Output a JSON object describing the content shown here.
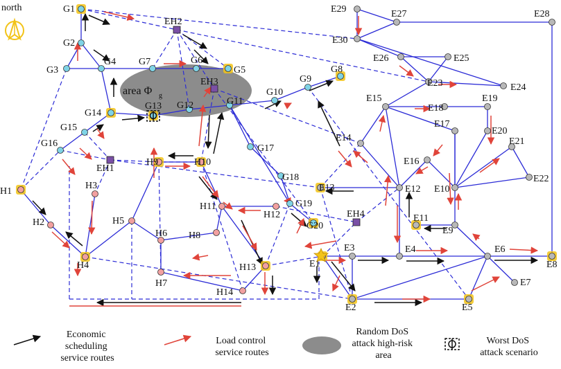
{
  "compass": {
    "label": "north"
  },
  "area": {
    "main": "area Φ",
    "sub": "g"
  },
  "colors": {
    "bus_line": "#2b2bd6",
    "comm_line": "#2b2bd6",
    "economic_arrow": "#111111",
    "load_arrow": "#e0443a",
    "g_node": "#7fd3e6",
    "h_node": "#f2a0a0",
    "e_node": "#b8b8b8",
    "eh_node": "#7a4fa6",
    "highlight": "#f2c318",
    "risk_area": "#8c8c8c"
  },
  "g_nodes": [
    "G1",
    "G2",
    "G3",
    "G4",
    "G5",
    "G6",
    "G7",
    "G8",
    "G9",
    "G10",
    "G11",
    "G12",
    "G13",
    "G14",
    "G15",
    "G16",
    "G17",
    "G18",
    "G19",
    "G20"
  ],
  "h_nodes": [
    "H1",
    "H2",
    "H3",
    "H4",
    "H5",
    "H6",
    "H7",
    "H8",
    "H9",
    "H10",
    "H11",
    "H12",
    "H13",
    "H14"
  ],
  "e_nodes": [
    "E1",
    "E2",
    "E3",
    "E4",
    "E5",
    "E6",
    "E7",
    "E8",
    "E9",
    "E10",
    "E11",
    "E12",
    "E13",
    "E14",
    "E15",
    "E16",
    "E17",
    "E18",
    "E19",
    "E20",
    "E21",
    "E22",
    "E23",
    "E24",
    "E25",
    "E26",
    "E27",
    "E28",
    "E29",
    "E30"
  ],
  "eh_nodes": [
    "EH1",
    "EH2",
    "EH3",
    "EH4"
  ],
  "legend": [
    {
      "kind": "economic",
      "label_lines": [
        "Economic",
        "scheduling",
        "service routes"
      ]
    },
    {
      "kind": "load",
      "label_lines": [
        "Load control",
        "service routes"
      ]
    },
    {
      "kind": "risk",
      "label_lines": [
        "Random DoS",
        "attack high-risk",
        "area"
      ]
    },
    {
      "kind": "worst",
      "label_lines": [
        "Worst DoS",
        "attack scenario"
      ]
    }
  ]
}
